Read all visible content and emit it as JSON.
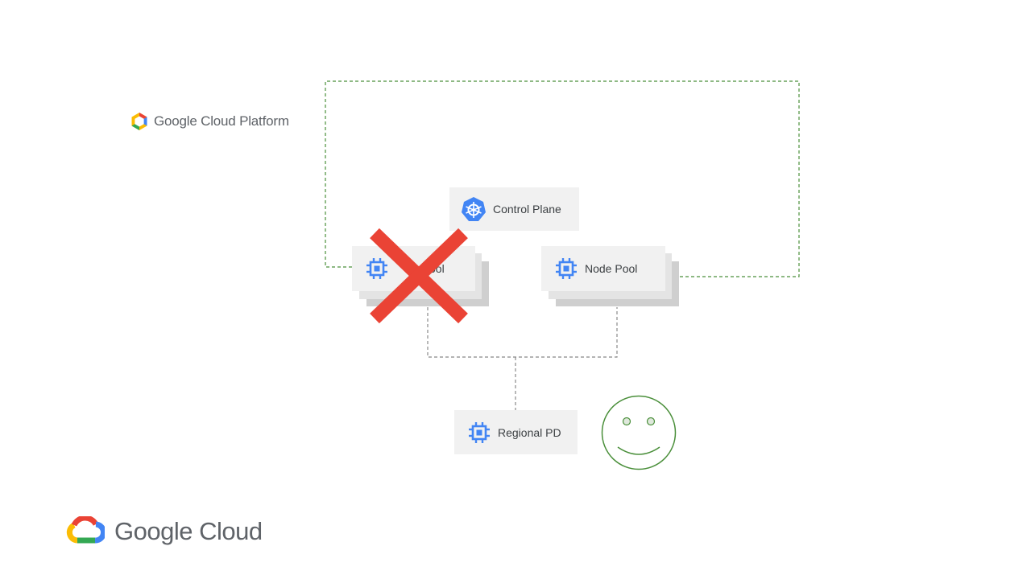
{
  "branding": {
    "gcp_label": "Google Cloud Platform",
    "gc_label": "Google Cloud"
  },
  "nodes": {
    "control_plane": {
      "label": "Control Plane",
      "icon": "kubernetes-icon"
    },
    "node_pool_left": {
      "label": "Node Pool",
      "visible_label": "ool",
      "icon": "chip-icon",
      "status": "failed"
    },
    "node_pool_right": {
      "label": "Node Pool",
      "icon": "chip-icon"
    },
    "regional_pd": {
      "label": "Regional PD",
      "icon": "chip-icon"
    }
  },
  "colors": {
    "failover_line": "#4a8f3a",
    "connector_line": "#888888",
    "failure_mark": "#ea4335",
    "smiley": "#4a8f3a",
    "icon_blue": "#4285f4",
    "node_bg": "#f1f1f1"
  }
}
